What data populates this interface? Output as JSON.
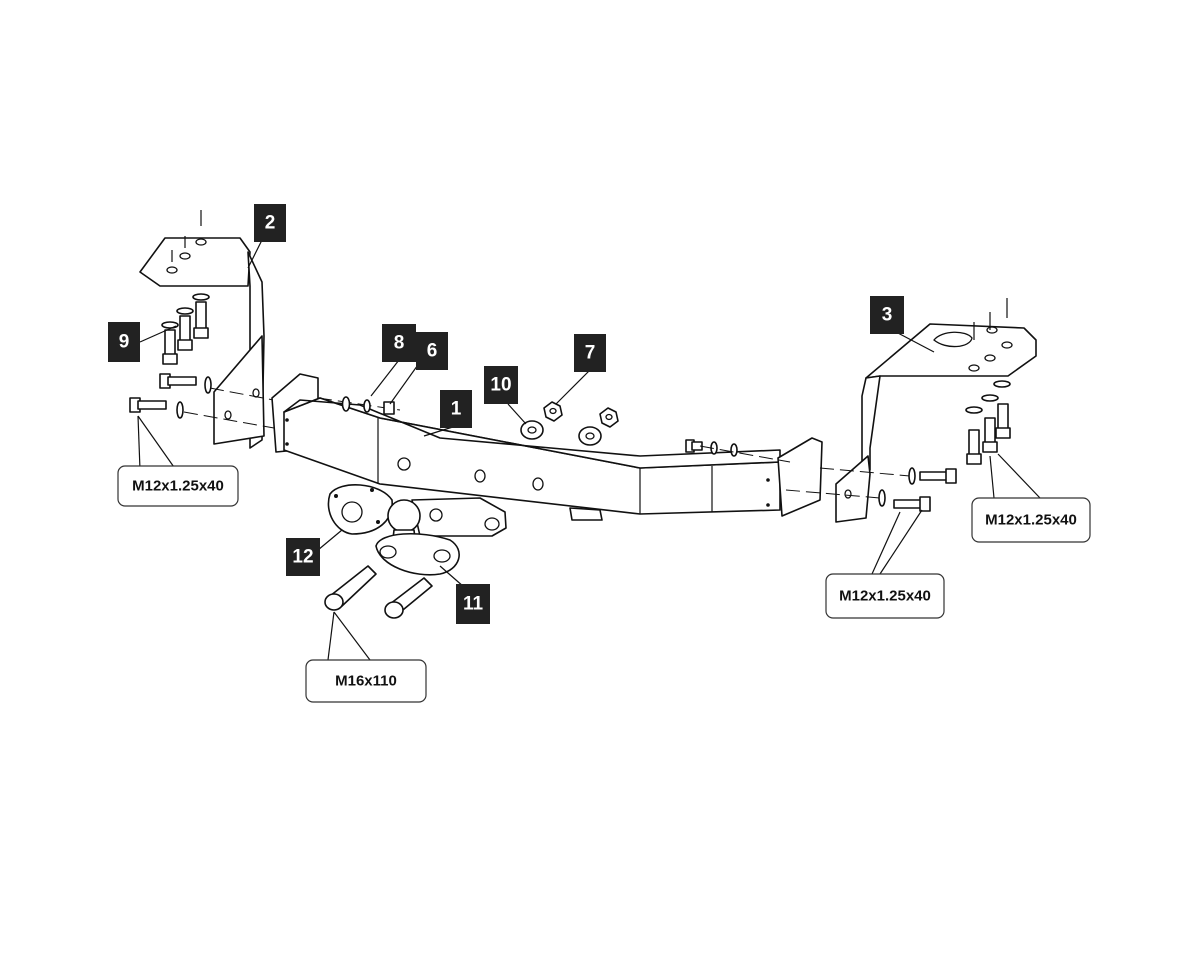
{
  "part_tags": [
    "2",
    "9",
    "8",
    "6",
    "1",
    "10",
    "7",
    "3",
    "12",
    "11"
  ],
  "callouts": [
    "M12x1.25x40",
    "M12x1.25x40",
    "M12x1.25x40",
    "M16x110"
  ],
  "colors": {
    "tag_fill": "#222222",
    "tag_text": "#ffffff",
    "line": "#111111",
    "background": "#ffffff"
  }
}
